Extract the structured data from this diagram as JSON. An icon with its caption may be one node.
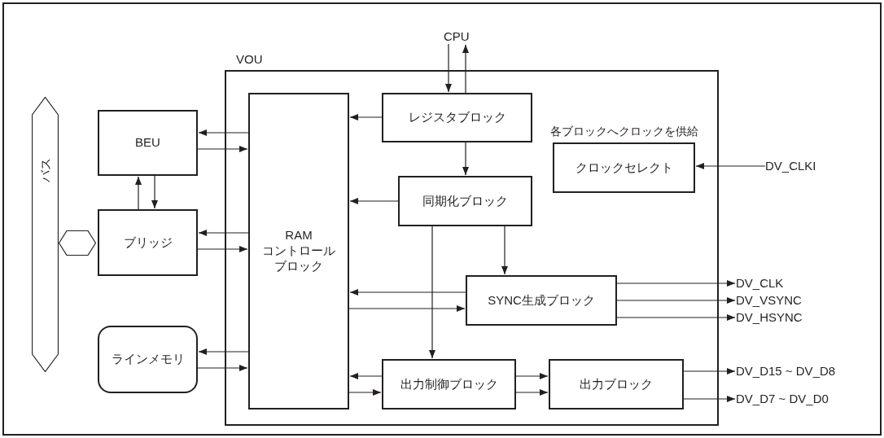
{
  "diagram": {
    "nodes": [
      {
        "text": [
          "VOU"
        ]
      },
      {
        "text": [
          "バス"
        ]
      },
      {
        "text": [],
        "shape": "hexagon"
      },
      {
        "text": [
          "BEU"
        ]
      },
      {
        "text": [
          "ブリッジ"
        ]
      },
      {
        "text": [
          "ラインメモリ"
        ]
      },
      {
        "text": [
          "RAM コントロールブロック"
        ],
        "in": 0
      },
      {
        "text": [
          "レジスタブロック"
        ],
        "in": 0
      },
      {
        "text": [
          "同期化ブロック"
        ],
        "in": 0
      },
      {
        "text": [
          "クロックセレクト"
        ],
        "in": 0,
        "beside": [
          "各ブロックへクロックを供給"
        ]
      },
      {
        "text": [
          "SYNC生成ブロック"
        ],
        "in": 0
      },
      {
        "text": [
          "出力制御ブロック"
        ],
        "in": 0
      },
      {
        "text": [
          "出力ブロック"
        ],
        "in": 0
      },
      {
        "text": [
          "CPU"
        ]
      },
      {
        "text": [
          "DV_CLKI"
        ]
      },
      {
        "text": [
          "DV_CLK"
        ]
      },
      {
        "text": [
          "DV_VSYNC"
        ]
      },
      {
        "text": [
          "DV_HSYNC"
        ]
      },
      {
        "text": [
          "DV_D15 ~ DV_D8"
        ]
      },
      {
        "text": [
          "DV_D7 ~ DV_D0"
        ]
      }
    ],
    "edges": [
      {
        "from": 6,
        "to": 3,
        "arrow": "to"
      },
      {
        "from": 3,
        "to": 6,
        "arrow": "to"
      },
      {
        "from": 4,
        "to": 3,
        "arrow": "to"
      },
      {
        "from": 3,
        "to": 4,
        "arrow": "to"
      },
      {
        "from": 6,
        "to": 4,
        "arrow": "to"
      },
      {
        "from": 4,
        "to": 6,
        "arrow": "to"
      },
      {
        "from": 6,
        "to": 5,
        "arrow": "to"
      },
      {
        "from": 5,
        "to": 6,
        "arrow": "to"
      },
      {
        "from": 13,
        "to": 7,
        "arrow": "to"
      },
      {
        "from": 7,
        "to": 13,
        "arrow": "to"
      },
      {
        "from": 7,
        "to": 6,
        "arrow": "to"
      },
      {
        "from": 7,
        "to": 8,
        "arrow": "to"
      },
      {
        "from": 8,
        "to": 6,
        "arrow": "to"
      },
      {
        "from": 8,
        "to": 10,
        "arrow": "to"
      },
      {
        "from": 8,
        "to": 11,
        "arrow": "to"
      },
      {
        "from": 10,
        "to": 6,
        "arrow": "to"
      },
      {
        "from": 6,
        "to": 10,
        "arrow": "to"
      },
      {
        "from": 11,
        "to": 6,
        "arrow": "to"
      },
      {
        "from": 6,
        "to": 11,
        "arrow": "to"
      },
      {
        "from": 11,
        "to": 12,
        "arrow": "to"
      },
      {
        "from": 11,
        "to": 12,
        "arrow": "to"
      },
      {
        "from": 14,
        "to": 9,
        "arrow": "to"
      },
      {
        "from": 10,
        "to": 15,
        "arrow": "to"
      },
      {
        "from": 10,
        "to": 16,
        "arrow": "to"
      },
      {
        "from": 10,
        "to": 17,
        "arrow": "to"
      },
      {
        "from": 12,
        "to": 18,
        "arrow": "to"
      },
      {
        "from": 12,
        "to": 19,
        "arrow": "to"
      }
    ]
  }
}
